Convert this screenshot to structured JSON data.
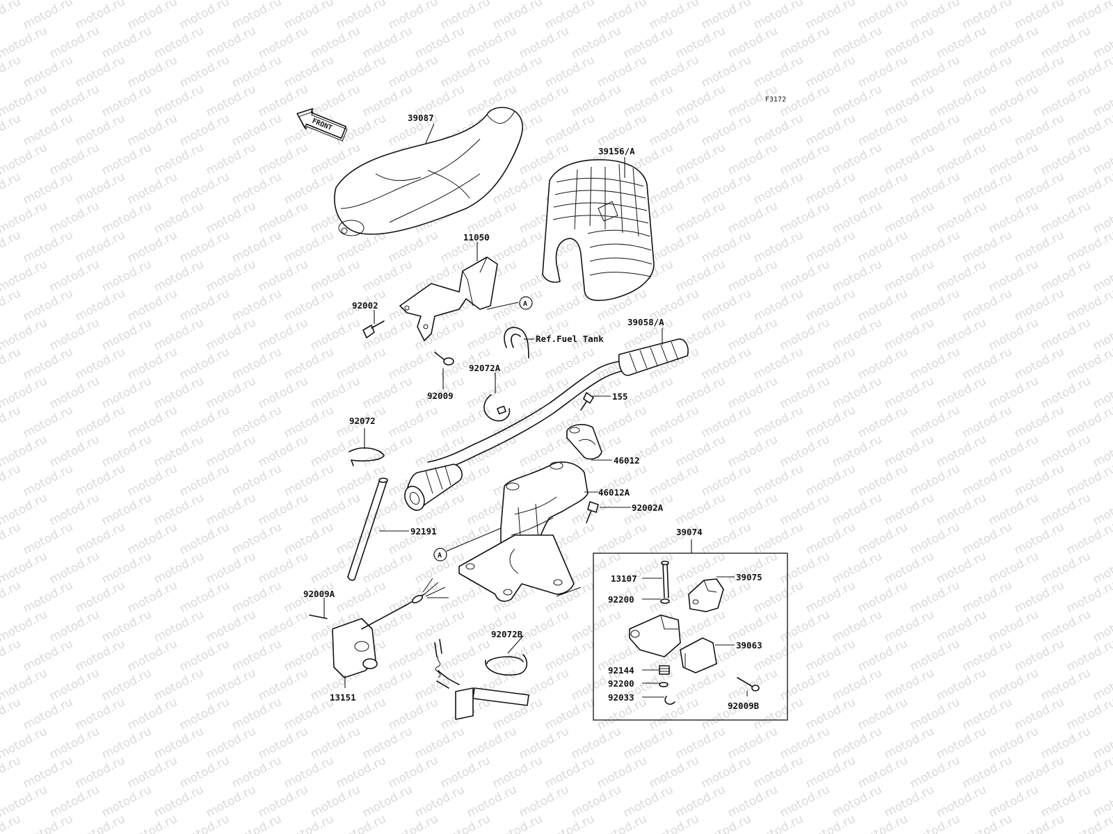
{
  "figure_code": "F3172",
  "watermark": "motod.ru",
  "front_arrow": {
    "label": "FRONT",
    "icon": "front-arrow-icon"
  },
  "callouts": [
    {
      "id": "A",
      "label": "A"
    },
    {
      "id": "A2",
      "label": "A"
    }
  ],
  "parts": [
    {
      "id": "p39087",
      "number": "39087"
    },
    {
      "id": "p39156",
      "number": "39156/A"
    },
    {
      "id": "p11050",
      "number": "11050"
    },
    {
      "id": "p92002",
      "number": "92002"
    },
    {
      "id": "pref",
      "number": "Ref.Fuel Tank"
    },
    {
      "id": "p39058",
      "number": "39058/A"
    },
    {
      "id": "p92072A",
      "number": "92072A"
    },
    {
      "id": "p92009",
      "number": "92009"
    },
    {
      "id": "p155",
      "number": "155"
    },
    {
      "id": "p92072",
      "number": "92072"
    },
    {
      "id": "p46012",
      "number": "46012"
    },
    {
      "id": "p46012A",
      "number": "46012A"
    },
    {
      "id": "p92002A",
      "number": "92002A"
    },
    {
      "id": "p92191",
      "number": "92191"
    },
    {
      "id": "p39074",
      "number": "39074"
    },
    {
      "id": "p13107",
      "number": "13107"
    },
    {
      "id": "p39075",
      "number": "39075"
    },
    {
      "id": "p92200a",
      "number": "92200"
    },
    {
      "id": "p39063",
      "number": "39063"
    },
    {
      "id": "p92144",
      "number": "92144"
    },
    {
      "id": "p92200b",
      "number": "92200"
    },
    {
      "id": "p92033",
      "number": "92033"
    },
    {
      "id": "p92009B",
      "number": "92009B"
    },
    {
      "id": "p92009A",
      "number": "92009A"
    },
    {
      "id": "p92072B",
      "number": "92072B"
    },
    {
      "id": "p13151",
      "number": "13151"
    }
  ]
}
